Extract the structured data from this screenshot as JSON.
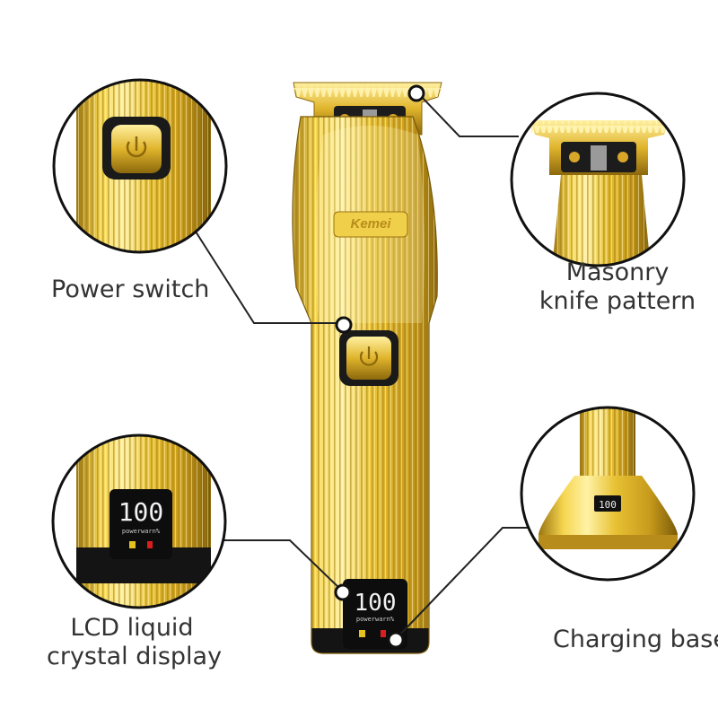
{
  "product": {
    "brand": "Kemei",
    "display_value": "100",
    "display_caption": "powerwarn%"
  },
  "callouts": [
    {
      "name": "Power switch",
      "lines": [
        "Power switch"
      ]
    },
    {
      "name": "Masonry knife pattern",
      "lines": [
        "Masonry",
        "knife pattern"
      ]
    },
    {
      "name": "LCD liquid crystal display",
      "lines": [
        "LCD liquid",
        "crystal display"
      ]
    },
    {
      "name": "Charging base",
      "lines": [
        "Charging base"
      ]
    }
  ],
  "colors": {
    "gold_light": "#fff2a6",
    "gold_mid": "#e8c234",
    "gold_dark": "#9a7410",
    "black": "#141414",
    "line": "#222222",
    "text": "#333333"
  }
}
